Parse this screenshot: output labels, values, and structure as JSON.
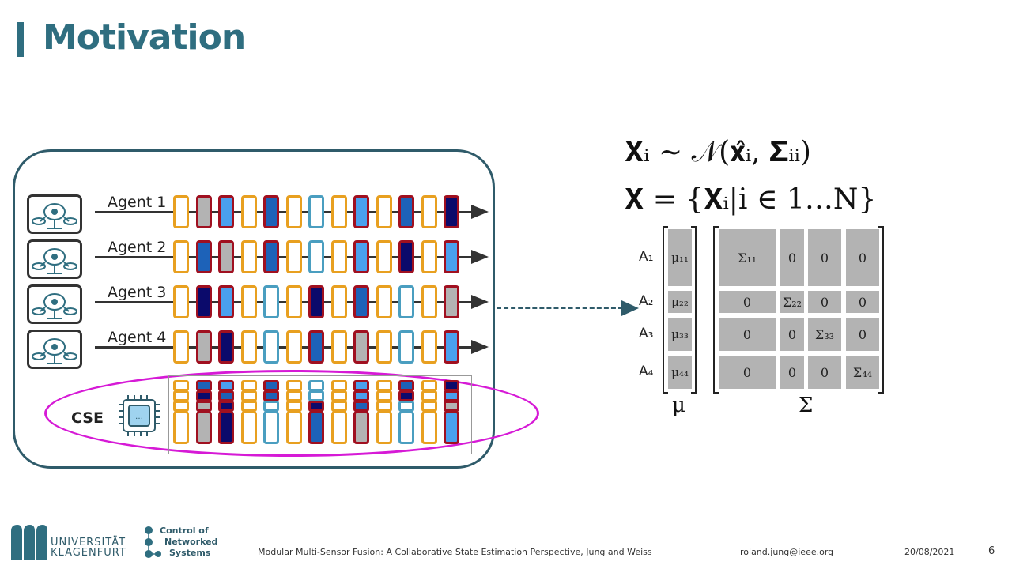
{
  "title": "Motivation",
  "agents": [
    {
      "label": "Agent 1",
      "slots": [
        "o",
        "r:g",
        "r:l",
        "o",
        "r:m",
        "o",
        "b",
        "o",
        "r:l",
        "o",
        "r:m",
        "o",
        "r:d"
      ]
    },
    {
      "label": "Agent 2",
      "slots": [
        "o",
        "r:m",
        "r:g",
        "o",
        "r:m",
        "o",
        "b",
        "o",
        "r:l",
        "o",
        "r:d",
        "o",
        "r:l"
      ]
    },
    {
      "label": "Agent 3",
      "slots": [
        "o",
        "r:d",
        "r:l",
        "o",
        "b",
        "o",
        "r:d",
        "o",
        "r:m",
        "o",
        "b",
        "o",
        "r:g"
      ]
    },
    {
      "label": "Agent 4",
      "slots": [
        "o",
        "r:g",
        "r:d",
        "o",
        "b",
        "o",
        "r:m",
        "o",
        "r:g",
        "o",
        "b",
        "o",
        "r:l"
      ]
    }
  ],
  "cse_label": "CSE",
  "equations": {
    "line1": "𝐗ᵢ ∼ 𝒩(𝐱̂ᵢ, 𝚺ᵢᵢ)",
    "line2": "𝐗  =  {𝐗ᵢ|i  ∈  1…N}"
  },
  "rows": [
    "A₁",
    "A₂",
    "A₃",
    "A₄"
  ],
  "mu": [
    "μ₁₁",
    "μ₂₂",
    "μ₃₃",
    "μ₄₄"
  ],
  "sigma": [
    [
      "Σ₁₁",
      "0",
      "0",
      "0"
    ],
    [
      "0",
      "Σ₂₂",
      "0",
      "0"
    ],
    [
      "0",
      "0",
      "Σ₃₃",
      "0"
    ],
    [
      "0",
      "0",
      "0",
      "Σ₄₄"
    ]
  ],
  "mu_symbol": "μ",
  "sigma_symbol": "Σ",
  "footer": {
    "university": [
      "UNIVERSITÄT",
      "KLAGENFURT"
    ],
    "group": [
      "Control of",
      "Networked",
      "Systems"
    ],
    "citation": "Modular Multi-Sensor Fusion: A Collaborative State Estimation Perspective,  Jung and Weiss",
    "email": "roland.jung@ieee.org",
    "date": "20/08/2021",
    "page": "6"
  },
  "colors": {
    "accent": "#2f6e80",
    "orange": "#e8a020",
    "red": "#a01020",
    "lightblue": "#4a9ec0",
    "magenta": "#d61ad6"
  }
}
